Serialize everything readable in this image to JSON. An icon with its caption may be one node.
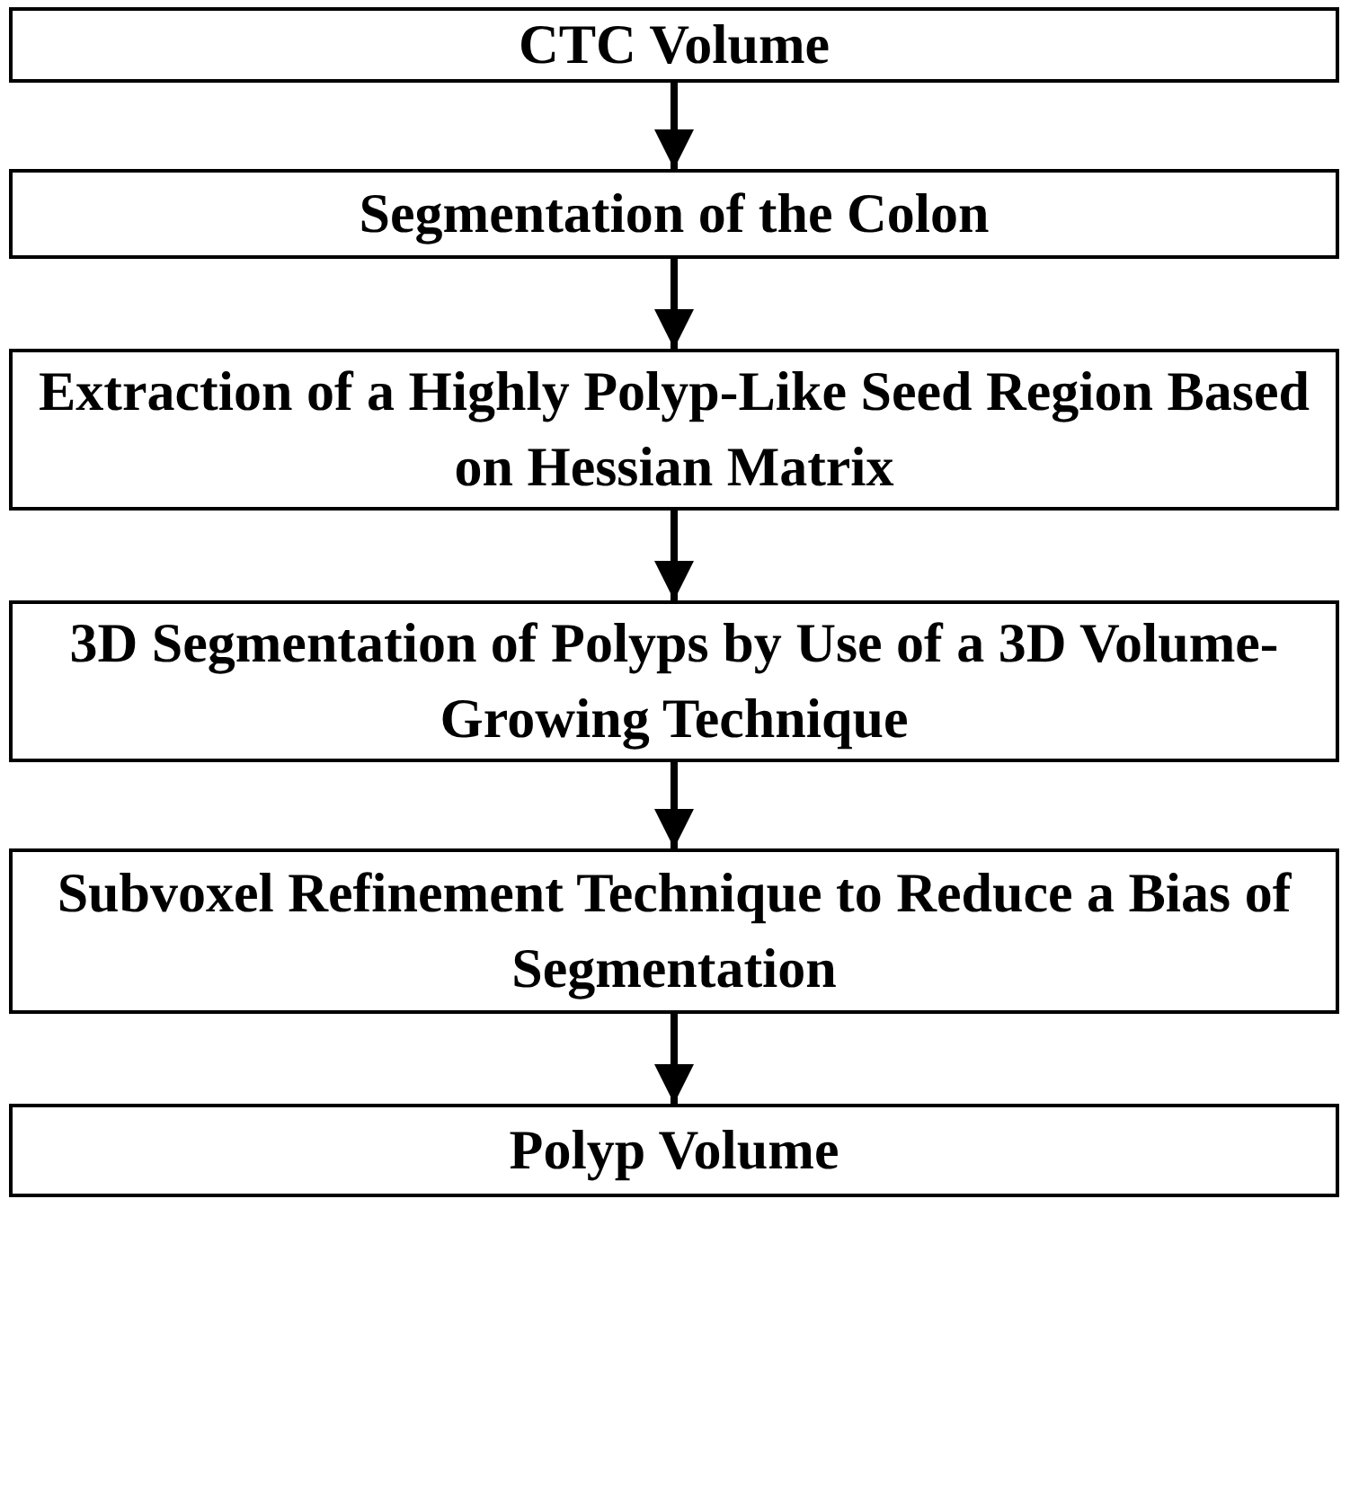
{
  "diagram": {
    "nodes": [
      {
        "text": [
          "CTC Volume"
        ]
      },
      {
        "text": [
          "Segmentation of the Colon"
        ]
      },
      {
        "text": [
          "Extraction of a Highly Polyp-Like Seed Region Based on Hessian Matrix"
        ]
      },
      {
        "text": [
          "3D Segmentation of Polyps by Use of a 3D Volume-Growing Technique"
        ]
      },
      {
        "text": [
          "Subvoxel Refinement Technique to Reduce a Bias of Segmentation"
        ]
      },
      {
        "text": [
          "Polyp Volume"
        ]
      }
    ],
    "edges": [
      {
        "from": 0,
        "to": 1,
        "arrow": "to"
      },
      {
        "from": 1,
        "to": 2,
        "arrow": "to"
      },
      {
        "from": 2,
        "to": 3,
        "arrow": "to"
      },
      {
        "from": 3,
        "to": 4,
        "arrow": "to"
      },
      {
        "from": 4,
        "to": 5,
        "arrow": "to"
      }
    ]
  }
}
